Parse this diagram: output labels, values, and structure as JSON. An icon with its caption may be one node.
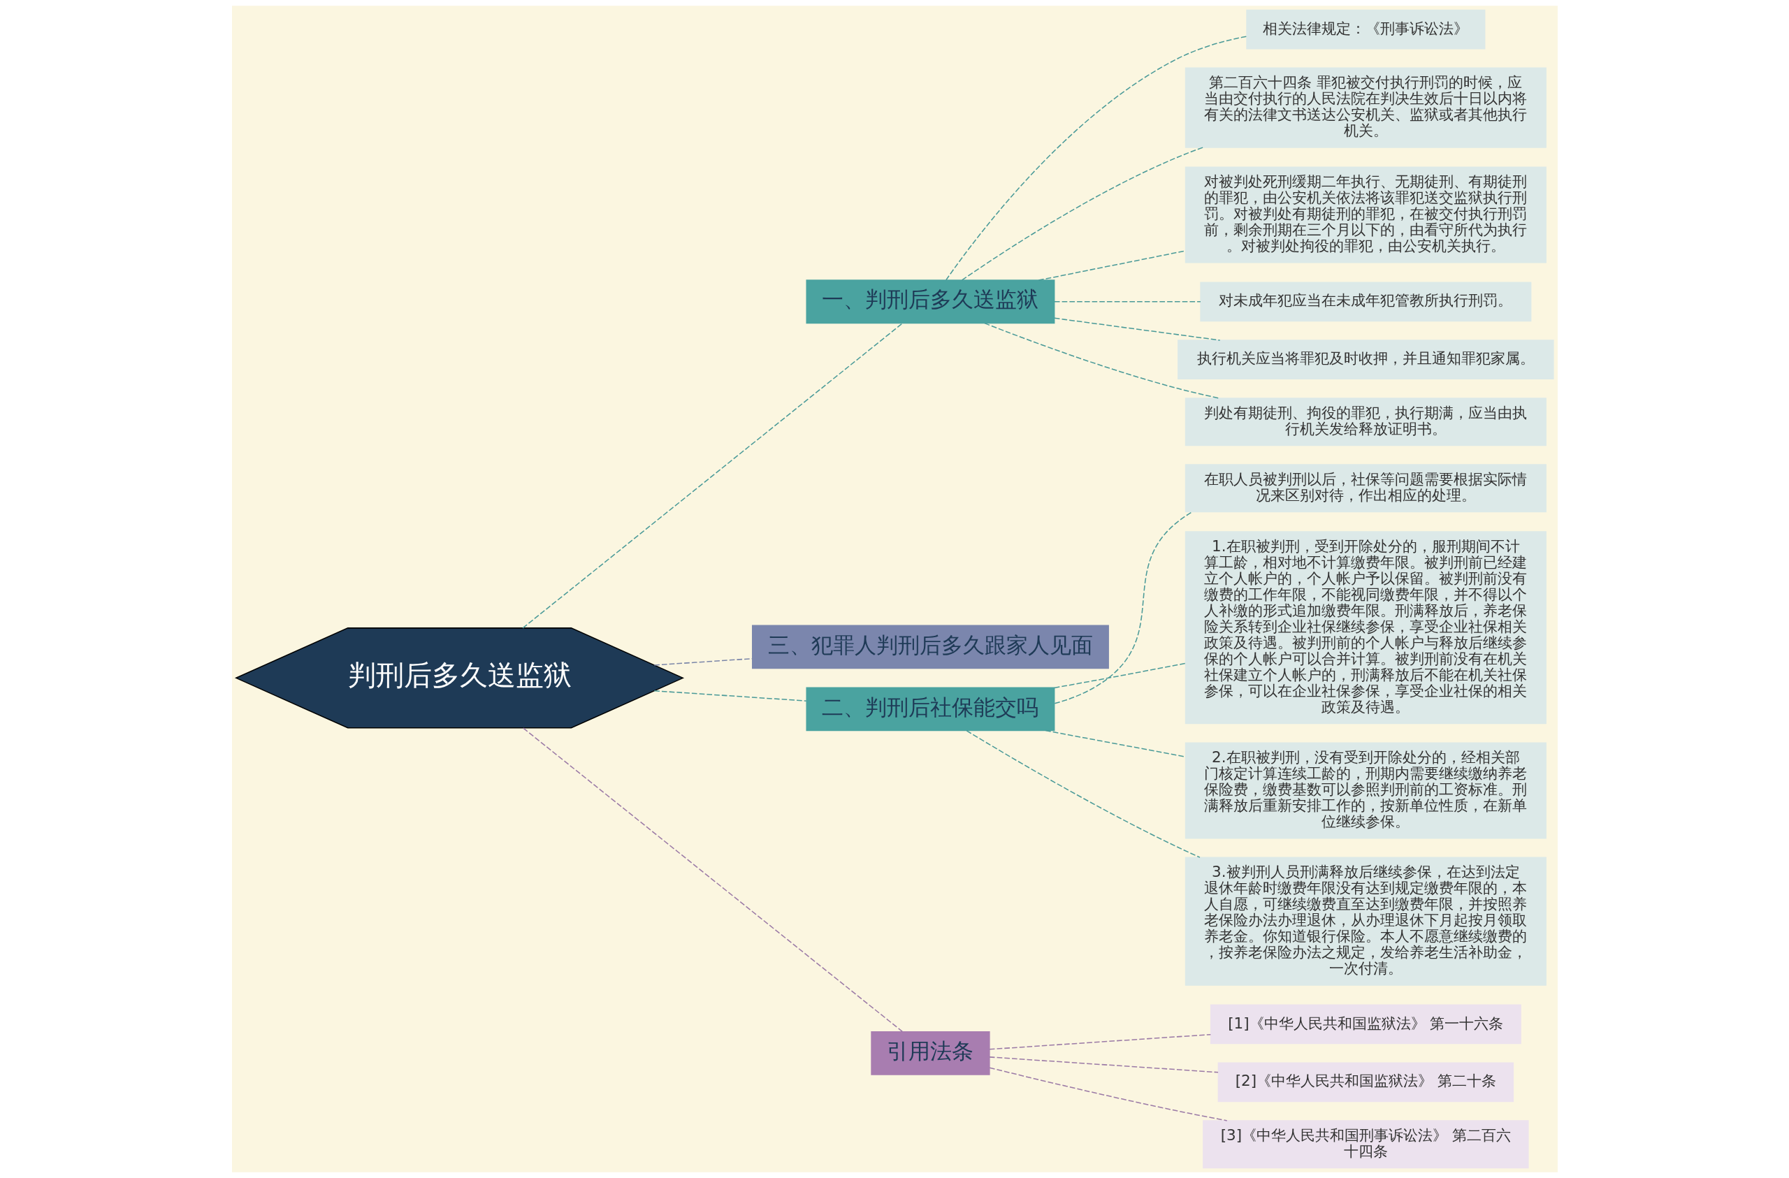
{
  "diagram": {
    "nodes": [
      {
        "text": [
          "判刑后多久送监狱"
        ]
      },
      {
        "text": [
          "一、判刑后多久送监狱"
        ]
      },
      {
        "text": [
          "相关法律规定：《刑事诉讼法》"
        ]
      },
      {
        "text": [
          "第二百六十四条 罪犯被交付执行刑罚的时候，应当由交付执行的人民法院在判决生效后十日以内将有关的法律文书送达公安机关、监狱或者其他执行机关。"
        ]
      },
      {
        "text": [
          "对被判处死刑缓期二年执行、无期徒刑、有期徒刑的罪犯，由公安机关依法将该罪犯送交监狱执行刑罚。对被判处有期徒刑的罪犯，在被交付执行刑罚前，剩余刑期在三个月以下的，由看守所代为执行。对被判处拘役的罪犯，由公安机关执行。"
        ]
      },
      {
        "text": [
          "对未成年犯应当在未成年犯管教所执行刑罚。"
        ]
      },
      {
        "text": [
          "执行机关应当将罪犯及时收押，并且通知罪犯家属。"
        ]
      },
      {
        "text": [
          "判处有期徒刑、拘役的罪犯，执行期满，应当由执行机关发给释放证明书。"
        ]
      },
      {
        "text": [
          "三、犯罪人判刑后多久跟家人见面"
        ]
      },
      {
        "text": [
          "二、判刑后社保能交吗"
        ]
      },
      {
        "text": [
          "在职人员被判刑以后，社保等问题需要根据实际情况来区别对待，作出相应的处理。"
        ]
      },
      {
        "text": [
          "1.在职被判刑，受到开除处分的，服刑期间不计算工龄，相对地不计算缴费年限。被判刑前已经建立个人帐户的，个人帐户予以保留。被判刑前没有缴费的工作年限，不能视同缴费年限，并不得以个人补缴的形式追加缴费年限。刑满释放后，养老保险关系转到企业社保继续参保，享受企业社保相关政策及待遇。被判刑前的个人帐户与释放后继续参保的个人帐户可以合并计算。被判刑前没有在机关社保建立个人帐户的，刑满释放后不能在机关社保参保，可以在企业社保参保，享受企业社保的相关政策及待遇。"
        ]
      },
      {
        "text": [
          "2.在职被判刑，没有受到开除处分的，经相关部门核定计算连续工龄的，刑期内需要继续缴纳养老保险费，缴费基数可以参照判刑前的工资标准。刑满释放后重新安排工作的，按新单位性质，在新单位继续参保。"
        ]
      },
      {
        "text": [
          "3.被判刑人员刑满释放后继续参保，在达到法定退休年龄时缴费年限没有达到规定缴费年限的，本人自愿，可继续缴费直至达到缴费年限，并按照养老保险办法办理退休，从办理退休下月起按月领取养老金。你知道银行保险。本人不愿意继续缴费的，按养老保险办法之规定，发给养老生活补助金，一次付清。"
        ]
      },
      {
        "text": [
          "引用法条"
        ]
      },
      {
        "text": [
          "[1]《中华人民共和国监狱法》 第一十六条"
        ]
      },
      {
        "text": [
          "[2]《中华人民共和国监狱法》 第二十条"
        ]
      },
      {
        "text": [
          "[3]《中华人民共和国刑事诉讼法》 第二百六十四条"
        ]
      }
    ],
    "edges": [
      {
        "from": 0,
        "to": 1,
        "arrow": "none",
        "style": "dashed"
      },
      {
        "from": 1,
        "to": 2,
        "arrow": "none",
        "style": "dashed"
      },
      {
        "from": 1,
        "to": 3,
        "arrow": "none",
        "style": "dashed"
      },
      {
        "from": 1,
        "to": 4,
        "arrow": "none",
        "style": "dashed"
      },
      {
        "from": 1,
        "to": 5,
        "arrow": "none",
        "style": "dashed"
      },
      {
        "from": 1,
        "to": 6,
        "arrow": "none",
        "style": "dashed"
      },
      {
        "from": 1,
        "to": 7,
        "arrow": "none",
        "style": "dashed"
      },
      {
        "from": 0,
        "to": 8,
        "arrow": "none",
        "style": "dashed",
        "color": "#7b86a8"
      },
      {
        "from": 0,
        "to": 9,
        "arrow": "none",
        "style": "dashed"
      },
      {
        "from": 9,
        "to": 10,
        "arrow": "none",
        "style": "dashed"
      },
      {
        "from": 9,
        "to": 11,
        "arrow": "none",
        "style": "dashed"
      },
      {
        "from": 9,
        "to": 12,
        "arrow": "none",
        "style": "dashed"
      },
      {
        "from": 9,
        "to": 13,
        "arrow": "none",
        "style": "dashed"
      },
      {
        "from": 0,
        "to": 14,
        "arrow": "none",
        "style": "dashed",
        "color": "#9b7aa6"
      },
      {
        "from": 14,
        "to": 15,
        "arrow": "none",
        "style": "dashed",
        "color": "#9b7aa6"
      },
      {
        "from": 14,
        "to": 16,
        "arrow": "none",
        "style": "dashed",
        "color": "#9b7aa6"
      },
      {
        "from": 14,
        "to": 17,
        "arrow": "none",
        "style": "dashed",
        "color": "#9b7aa6"
      }
    ]
  }
}
